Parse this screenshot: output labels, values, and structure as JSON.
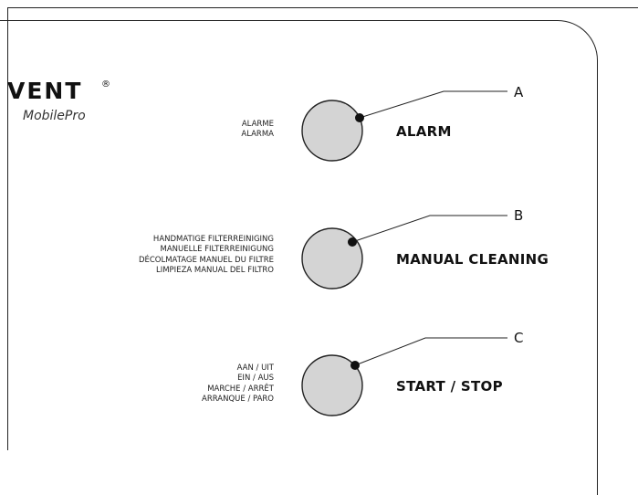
{
  "brand": {
    "name": "VENT",
    "registered": "®",
    "subtitle": "MobilePro"
  },
  "controls": [
    {
      "letter": "A",
      "label": "ALARM",
      "translations": [
        "ALARME",
        "ALARMA"
      ]
    },
    {
      "letter": "B",
      "label": "MANUAL CLEANING",
      "translations": [
        "HANDMATIGE FILTERREINIGING",
        "MANUELLE FILTERREINIGUNG",
        "DÉCOLMATAGE MANUEL DU FILTRE",
        "LIMPIEZA MANUAL DEL FILTRO"
      ]
    },
    {
      "letter": "C",
      "label": "START / STOP",
      "translations": [
        "AAN / UIT",
        "EIN / AUS",
        "MARCHE / ARRÊT",
        "ARRANQUE / PARO"
      ]
    }
  ],
  "colors": {
    "button_fill": "#d4d4d4",
    "outline": "#222222",
    "pointer_dot": "#111111"
  }
}
